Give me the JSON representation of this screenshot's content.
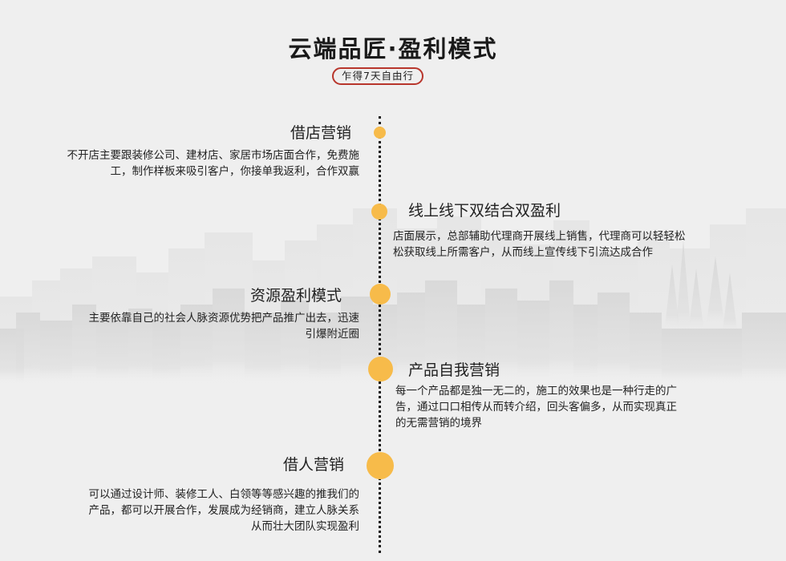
{
  "header": {
    "title": "云端品匠·盈利模式",
    "subtitle": "乍得7天自由行"
  },
  "items": [
    {
      "heading": "借店营销",
      "lines": [
        "不开店主要跟装修公司、建材店、家居市场店面合作，免费施",
        "工，制作样板来吸引客户，你接单我返利，合作双赢"
      ]
    },
    {
      "heading": "线上线下双结合双盈利",
      "lines": [
        "店面展示，总部辅助代理商开展线上销售，代理商可以轻轻松",
        "松获取线上所需客户，从而线上宣传线下引流达成合作"
      ]
    },
    {
      "heading": "资源盈利模式",
      "lines": [
        "主要依靠自己的社会人脉资源优势把产品推广出去，迅速",
        "引爆附近圈"
      ]
    },
    {
      "heading": "产品自我营销",
      "lines": [
        "每一个产品都是独一无二的，施工的效果也是一种行走的广",
        "告，通过口口相传从而转介绍，回头客偏多，从而实现真正",
        "的无需营销的境界"
      ]
    },
    {
      "heading": "借人营销",
      "lines": [
        "可以通过设计师、装修工人、白领等等感兴趣的推我们的",
        "产品，都可以开展合作，发展成为经销商，建立人脉关系",
        "从而壮大团队实现盈利"
      ]
    }
  ],
  "colors": {
    "accent_dot": "#f7bb4a",
    "badge_border": "#b8362c",
    "background": "#efefef"
  }
}
